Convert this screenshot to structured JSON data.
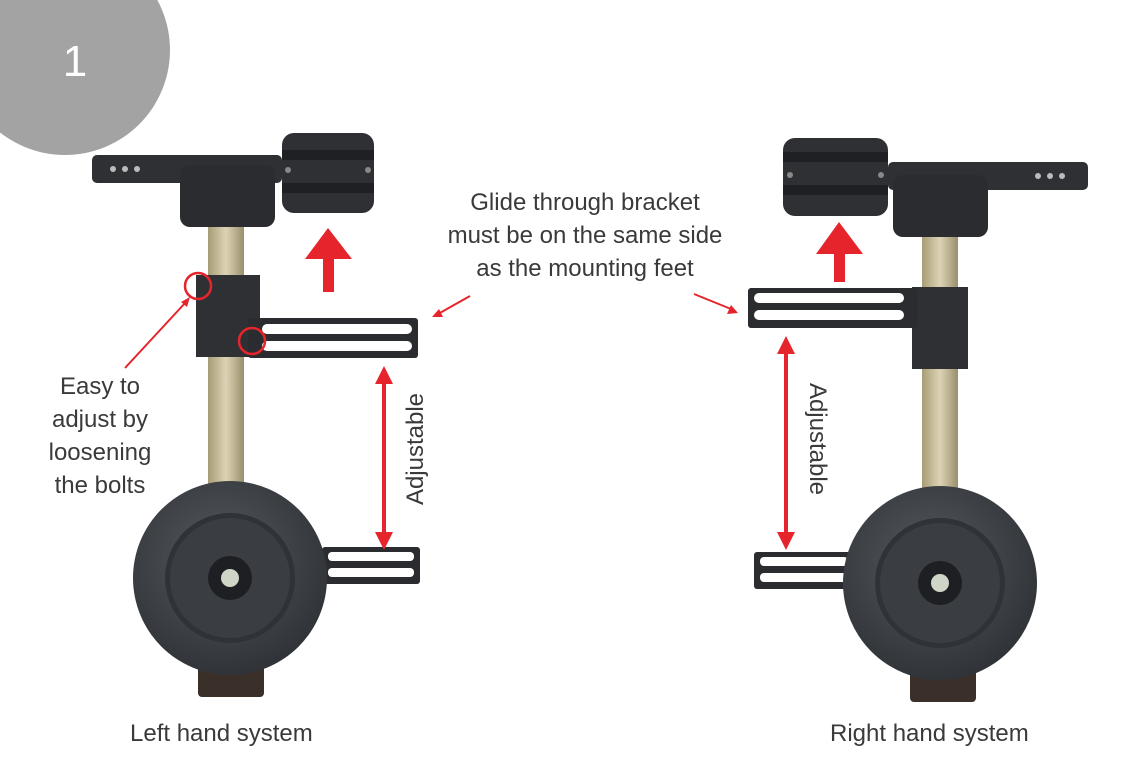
{
  "step": {
    "number": "1"
  },
  "callouts": {
    "bracket_note": [
      "Glide through bracket",
      "must be on the same side",
      "as the mounting feet"
    ],
    "bolts_note": [
      "Easy to",
      "adjust by",
      "loosening",
      "the bolts"
    ],
    "adjustable_left": "Adjustable",
    "adjustable_right": "Adjustable"
  },
  "captions": {
    "left": "Left hand system",
    "right": "Right hand system"
  },
  "colors": {
    "accent_red": "#e5252b",
    "badge_gray": "#a3a3a3",
    "part_dark": "#2f3033",
    "post_gold": "#cbbf9a"
  }
}
